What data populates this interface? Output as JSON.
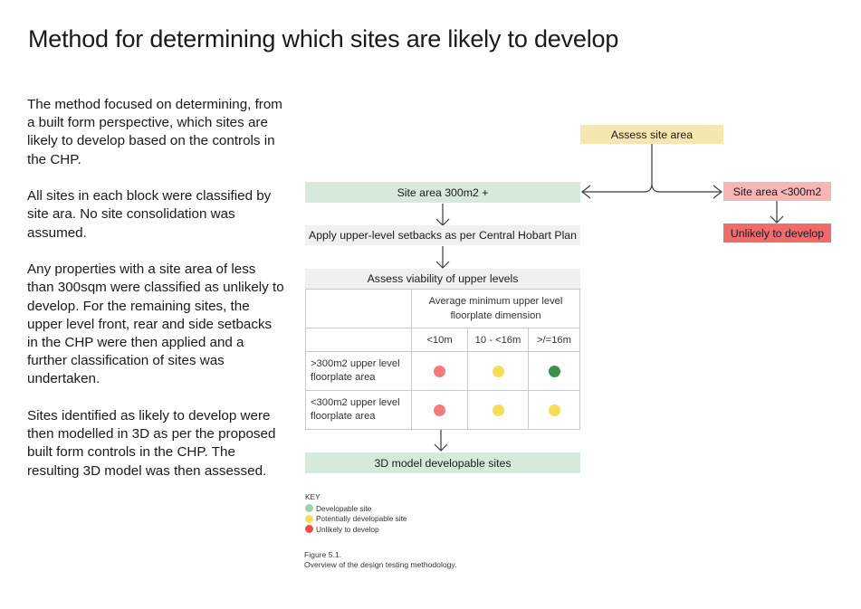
{
  "title": "Method for determining which sites are likely to develop",
  "paragraphs": [
    "The method focused on determining, from a built form perspective, which sites are likely to develop based on the controls in the CHP.",
    "All sites in each block were classified by site ara. No site consolidation was assumed.",
    "Any properties with a site area of less than 300sqm were classified as unlikely to develop. For the remaining sites, the upper level front, rear and side setbacks in the CHP were then applied and a further classification of sites was undertaken.",
    "Sites identified as likely to develop were then modelled in 3D as per the proposed built form controls in the CHP. The resulting 3D model was then assessed."
  ],
  "flow": {
    "assess_site_area": "Assess site area",
    "site_area_300_plus": "Site area 300m2 +",
    "site_area_under_300": "Site area <300m2",
    "unlikely_to_develop": "Unlikely to develop",
    "apply_setbacks": "Apply upper-level setbacks as per Central Hobart Plan",
    "assess_viability": "Assess viability of upper levels",
    "model_3d": "3D model developable sites"
  },
  "matrix": {
    "header": "Average minimum upper level floorplate dimension",
    "columns": [
      "<10m",
      "10 - <16m",
      ">/=16m"
    ],
    "rows": [
      {
        "label": ">300m2 upper level floorplate area",
        "ratings": [
          "unlikely",
          "potential",
          "developable"
        ]
      },
      {
        "label": "<300m2 upper level floorplate area",
        "ratings": [
          "unlikely",
          "potential",
          "potential"
        ]
      }
    ]
  },
  "key": {
    "title": "KEY",
    "items": [
      {
        "rating": "developable-light",
        "label": "Developable site"
      },
      {
        "rating": "potential",
        "label": "Potentially developable site"
      },
      {
        "rating": "unlikely-strong",
        "label": "Unlikely to develop"
      }
    ]
  },
  "colors": {
    "developable": "#3d9150",
    "developable-light": "#9fd4ab",
    "potential": "#f7dc5c",
    "unlikely": "#f27b7b",
    "unlikely-strong": "#ee4c4c"
  },
  "caption": {
    "figure": "Figure 5.1.",
    "text": "Overview of the design testing methodology."
  }
}
